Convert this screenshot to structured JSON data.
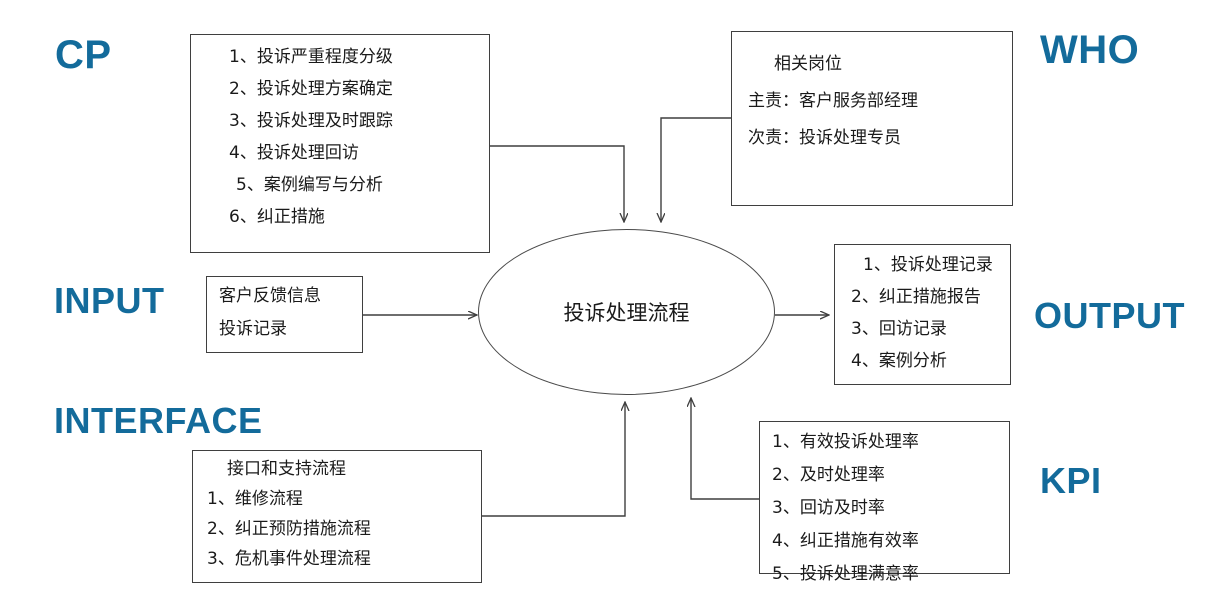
{
  "diagram": {
    "title": "投诉处理流程 SIPOC / Turtle Diagram",
    "accent_color": "#136b9b",
    "line_color": "#3f3f3f"
  },
  "labels": {
    "cp": "CP",
    "who": "WHO",
    "input": "INPUT",
    "output": "OUTPUT",
    "interface": "INTERFACE",
    "kpi": "KPI"
  },
  "center": {
    "text": "投诉处理流程"
  },
  "cp_box": {
    "items": [
      "1、投诉严重程度分级",
      "2、投诉处理方案确定",
      "3、投诉处理及时跟踪",
      "4、投诉处理回访",
      "5、案例编写与分析",
      "6、纠正措施"
    ]
  },
  "who_box": {
    "title": "相关岗位",
    "items": [
      "主责：客户服务部经理",
      "次责：投诉处理专员"
    ]
  },
  "input_box": {
    "items": [
      "客户反馈信息",
      "投诉记录"
    ]
  },
  "output_box": {
    "items": [
      "1、投诉处理记录",
      "2、纠正措施报告",
      "3、回访记录",
      "4、案例分析"
    ]
  },
  "interface_box": {
    "title": "接口和支持流程",
    "items": [
      "1、维修流程",
      "2、纠正预防措施流程",
      "3、危机事件处理流程"
    ]
  },
  "kpi_box": {
    "items": [
      "1、有效投诉处理率",
      "2、及时处理率",
      "3、回访及时率",
      "4、纠正措施有效率",
      "5、投诉处理满意率"
    ]
  }
}
